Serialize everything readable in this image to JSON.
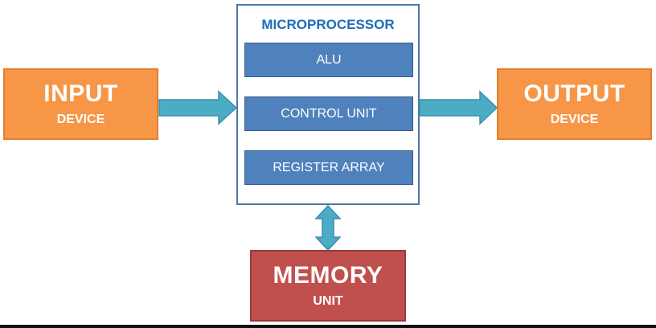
{
  "input": {
    "title": "INPUT",
    "subtitle": "DEVICE"
  },
  "microprocessor": {
    "title": "MICROPROCESSOR",
    "units": [
      "ALU",
      "CONTROL UNIT",
      "REGISTER ARRAY"
    ]
  },
  "output": {
    "title": "OUTPUT",
    "subtitle": "DEVICE"
  },
  "memory": {
    "title": "MEMORY",
    "subtitle": "UNIT"
  },
  "colors": {
    "io_box": "#f79646",
    "memory_box": "#c0504d",
    "unit_box": "#4f81bd",
    "title_text": "#1f6db7",
    "arrow": "#4bacc6"
  }
}
